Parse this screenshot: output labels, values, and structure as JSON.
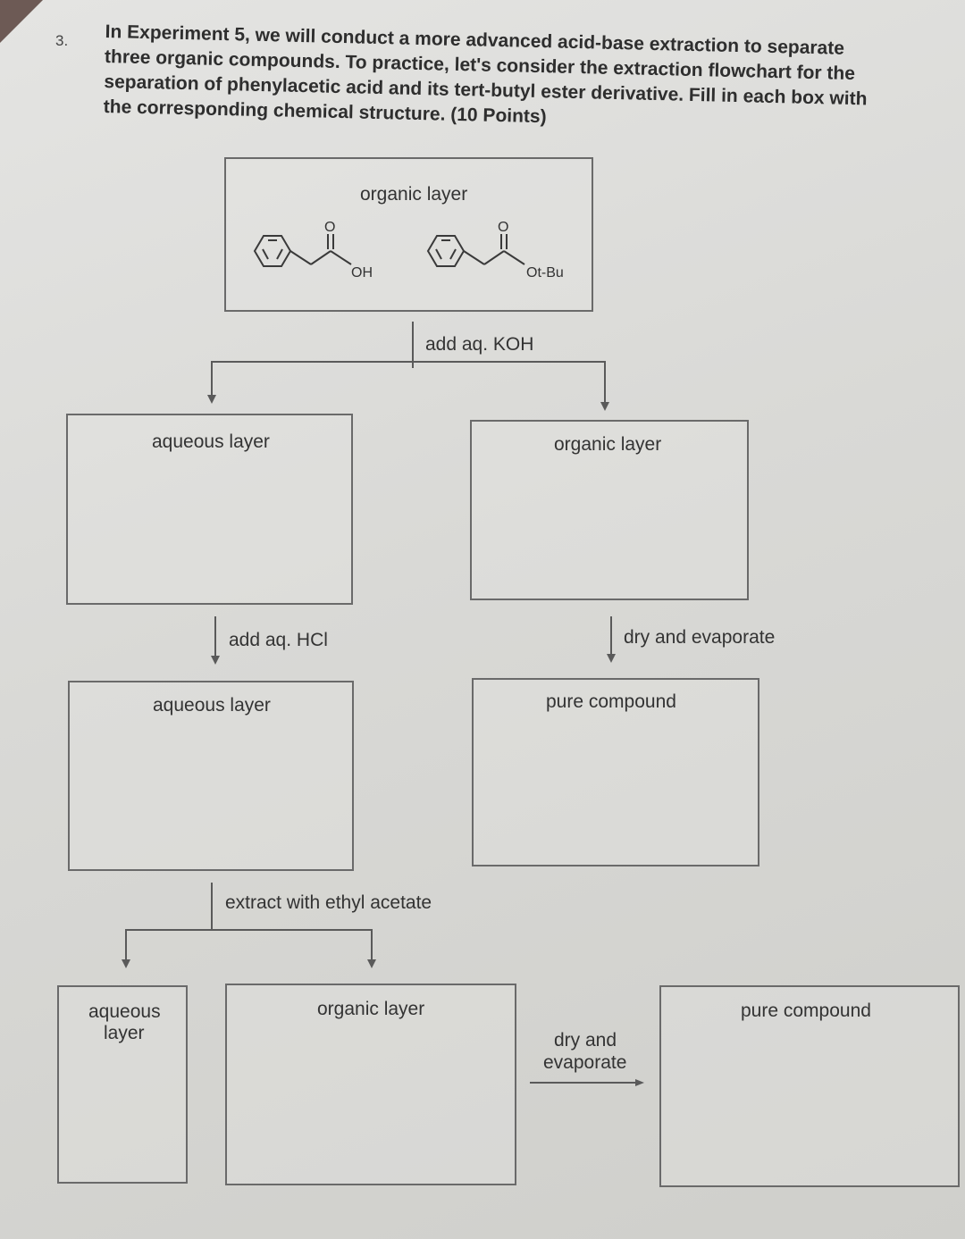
{
  "question": {
    "number": "3.",
    "lines": [
      "In Experiment 5, we will conduct a more advanced acid-base extraction to separate",
      "three organic compounds. To practice, let's consider the extraction flowchart for the",
      "separation of phenylacetic acid and its tert-butyl ester derivative. Fill in each box with",
      "the corresponding chemical structure. (10 Points)"
    ]
  },
  "top_box": {
    "label": "organic layer",
    "compound1": {
      "carbonyl_o": "O",
      "group": "OH"
    },
    "compound2": {
      "carbonyl_o": "O",
      "group": "Ot-Bu"
    }
  },
  "steps": {
    "step1": "add aq. KOH",
    "step2_left": "add aq. HCl",
    "step2_right": "dry and evaporate",
    "step3": "extract with ethyl acetate",
    "step4_line1": "dry and",
    "step4_line2": "evaporate"
  },
  "boxes": {
    "left1": "aqueous layer",
    "right1": "organic layer",
    "left2": "aqueous layer",
    "right2": "pure compound",
    "bottom_aq_line1": "aqueous",
    "bottom_aq_line2": "layer",
    "bottom_org": "organic layer",
    "bottom_pure": "pure compound"
  }
}
